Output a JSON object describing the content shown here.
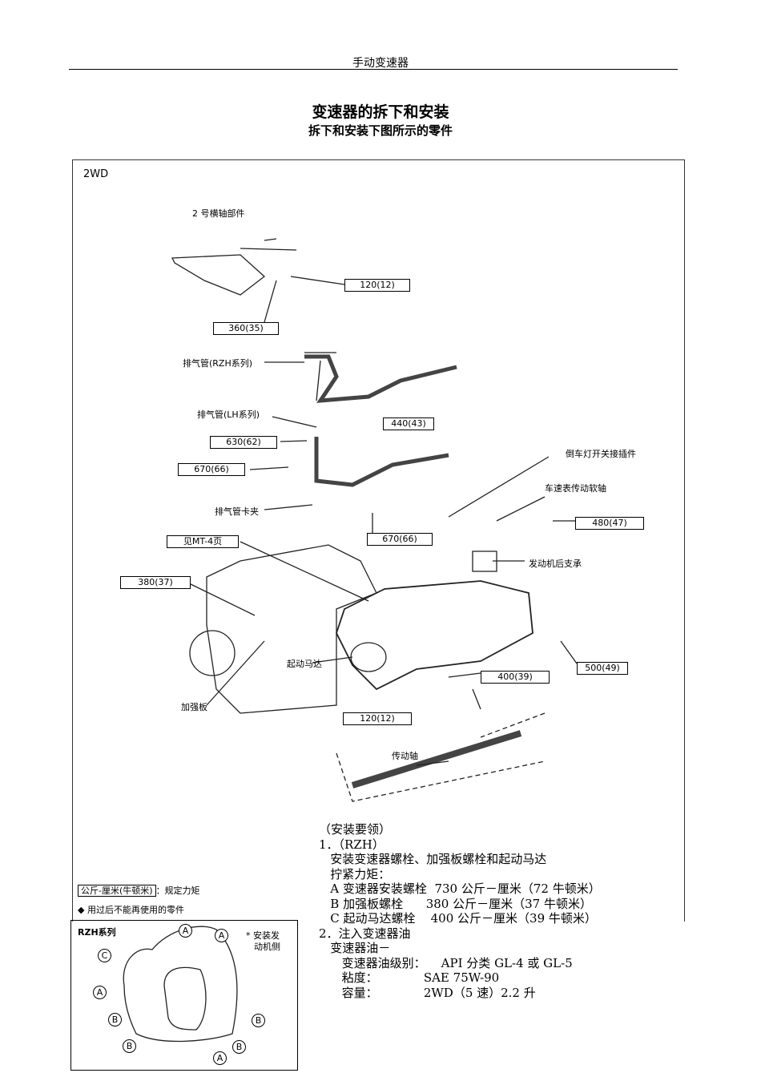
{
  "header": {
    "title": "手动变速器"
  },
  "page_title": "变速器的拆下和安装",
  "subtitle": "拆下和安装下图所示的零件",
  "diagram": {
    "variant": "2WD",
    "callouts": {
      "crossmember": "2 号横轴部件",
      "exhaust_rzh": "排气管(RZH系列)",
      "exhaust_lh": "排气管(LH系列)",
      "backup_light": "倒车灯开关接插件",
      "speedo_cable": "车速表传动软轴",
      "exhaust_clamp": "排气管卡夹",
      "see_page": "见MT-4页",
      "rear_mount": "发动机后支承",
      "starter": "起动马达",
      "stiffener": "加强板",
      "propshaft": "传动轴"
    },
    "torques": {
      "t1": "120(12)",
      "t2": "360(35)",
      "t3": "440(43)",
      "t4": "630(62)",
      "t5": "670(66)",
      "t6": "670(66)",
      "t7": "480(47)",
      "t8": "380(37)",
      "t9": "400(39)",
      "t10": "500(49)",
      "t11": "120(12)"
    }
  },
  "legend": {
    "torque_box": "公斤-厘米(牛顿米)",
    "torque_text": "：规定力矩",
    "nonreusable": "用过后不能再使用的零件"
  },
  "inset": {
    "title": "RZH系列",
    "note_line1": "* 安装发",
    "note_line2": "动机侧",
    "bolt_labels": [
      "A",
      "A",
      "C",
      "A",
      "B",
      "B",
      "B",
      "B",
      "A"
    ]
  },
  "notes": [
    "（安装要领）",
    "1．（RZH）",
    "   安装变速器螺栓、加强板螺栓和起动马达",
    "   拧紧力矩：",
    "   A 变速器安装螺栓  730 公斤－厘米（72 牛顿米）",
    "   B 加强板螺栓      380 公斤－厘米（37 牛顿米）",
    "   C 起动马达螺栓    400 公斤－厘米（39 牛顿米）",
    "2．注入变速器油",
    "   变速器油－",
    "      变速器油级别：    API 分类 GL-4 或 GL-5",
    "      粘度：            SAE 75W-90",
    "      容量：            2WD（5 速）2.2 升"
  ]
}
